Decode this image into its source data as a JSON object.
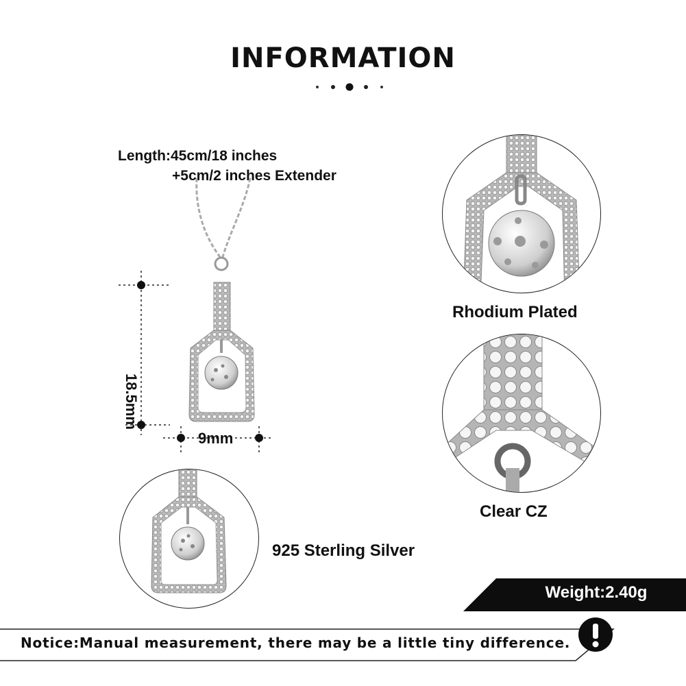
{
  "header": {
    "title": "INFORMATION"
  },
  "specs": {
    "length_line1": "Length:45cm/18 inches",
    "length_line2": "+5cm/2 inches Extender",
    "height": "18.5mm",
    "width": "9mm"
  },
  "features": {
    "material": "925 Sterling Silver",
    "plating": "Rhodium Plated",
    "stone": "Clear CZ"
  },
  "weight": "Weight:2.40g",
  "notice": "Notice:Manual measurement, there may be a little tiny difference.",
  "colors": {
    "text": "#111111",
    "tag": "#0d0d0d",
    "silver": "#c8c8c8"
  },
  "icons": [
    "exclamation-icon"
  ]
}
